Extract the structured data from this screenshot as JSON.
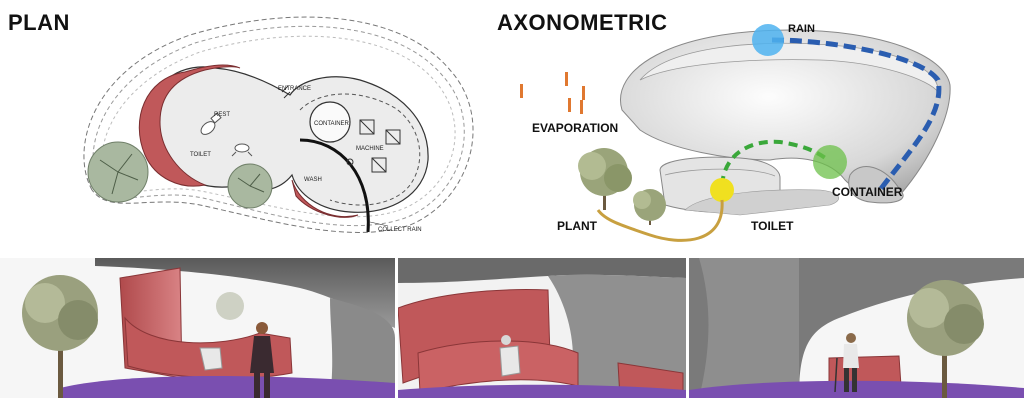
{
  "plan": {
    "title": "PLAN",
    "labels": {
      "rest": "REST",
      "toilet": "TOILET",
      "entrance": "ENTRANCE",
      "container": "CONTAINER",
      "machine": "MACHINE",
      "wash": "WASH",
      "collect_rain": "COLLECT RAIN"
    }
  },
  "axonometric": {
    "title": "AXONOMETRIC",
    "labels": {
      "rain": "RAIN",
      "evaporation": "EVAPORATION",
      "container": "CONTAINER",
      "plant": "PLANT",
      "toilet": "TOILET"
    }
  },
  "colors": {
    "wall_red": "#c0585a",
    "floor_purple": "#7a4fb0",
    "rain_blue": "#2a5db0",
    "circle_blue": "#4fb3f0",
    "green": "#3aa83a",
    "yellow": "#f0e020",
    "pipe_gold": "#c8a040",
    "evap_orange": "#e07830"
  }
}
